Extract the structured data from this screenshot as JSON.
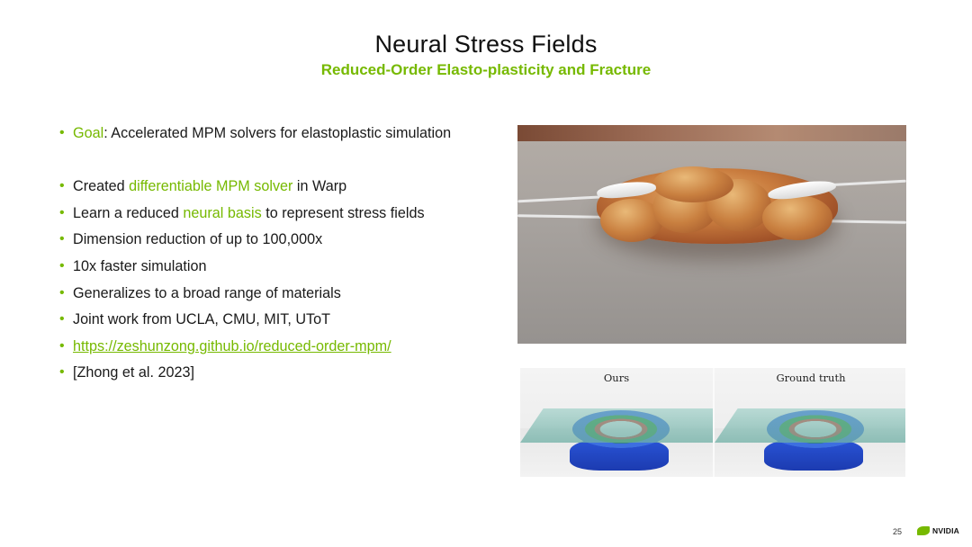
{
  "slide": {
    "title": "Neural Stress Fields",
    "subtitle": "Reduced-Order Elasto-plasticity and Fracture",
    "page_number": "25",
    "logo_text": "NVIDIA"
  },
  "bullets": [
    {
      "lead": "Goal",
      "text": ": Accelerated MPM solvers for elastoplastic simulation"
    },
    {
      "pre": "Created ",
      "hl": "differentiable MPM solver",
      "post": " in Warp"
    },
    {
      "pre": "Learn a reduced ",
      "hl": "neural basis",
      "post": " to represent stress fields"
    },
    {
      "text": "Dimension reduction of up to 100,000x"
    },
    {
      "text": "10x faster simulation"
    },
    {
      "text": "Generalizes to a broad range of materials"
    },
    {
      "text": "Joint work from UCLA, CMU, MIT, UToT"
    },
    {
      "link": "https://zeshunzong.github.io/reduced-order-mpm/"
    },
    {
      "text": "[Zhong et al. 2023]"
    }
  ],
  "comparison": {
    "left_label": "Ours",
    "right_label": "Ground truth"
  },
  "colors": {
    "accent": "#76b900",
    "text": "#1a1a1a"
  }
}
